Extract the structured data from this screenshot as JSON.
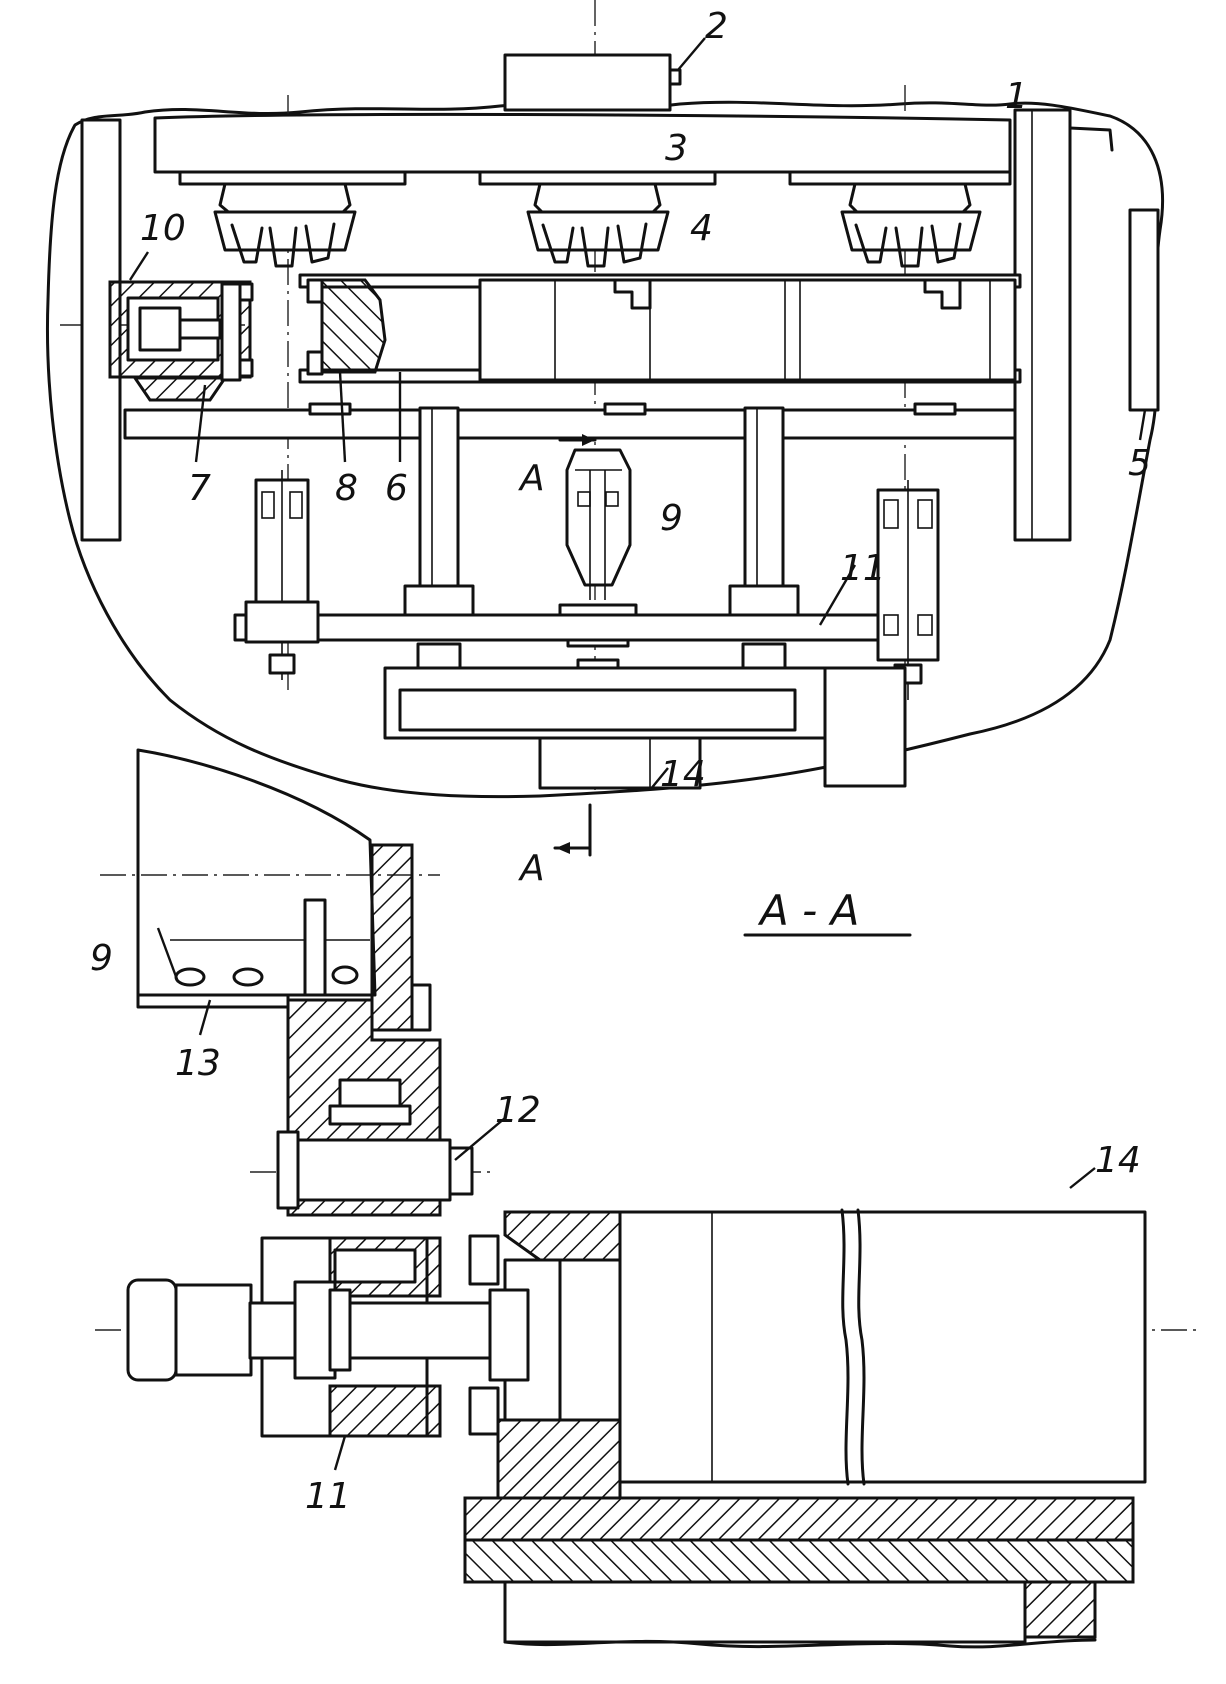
{
  "labels": {
    "l1": "1",
    "l2": "2",
    "l3": "3",
    "l4": "4",
    "l5": "5",
    "l6": "6",
    "l7": "7",
    "l8": "8",
    "l9_top": "9",
    "l10": "10",
    "l11_top": "11",
    "l14_top": "14",
    "section_a_top": "A",
    "section_a_bottom": "A",
    "section_title": "A - A",
    "l9_bottom": "9",
    "l13": "13",
    "l12": "12",
    "l14_bottom": "14",
    "l11_bottom": "11"
  }
}
